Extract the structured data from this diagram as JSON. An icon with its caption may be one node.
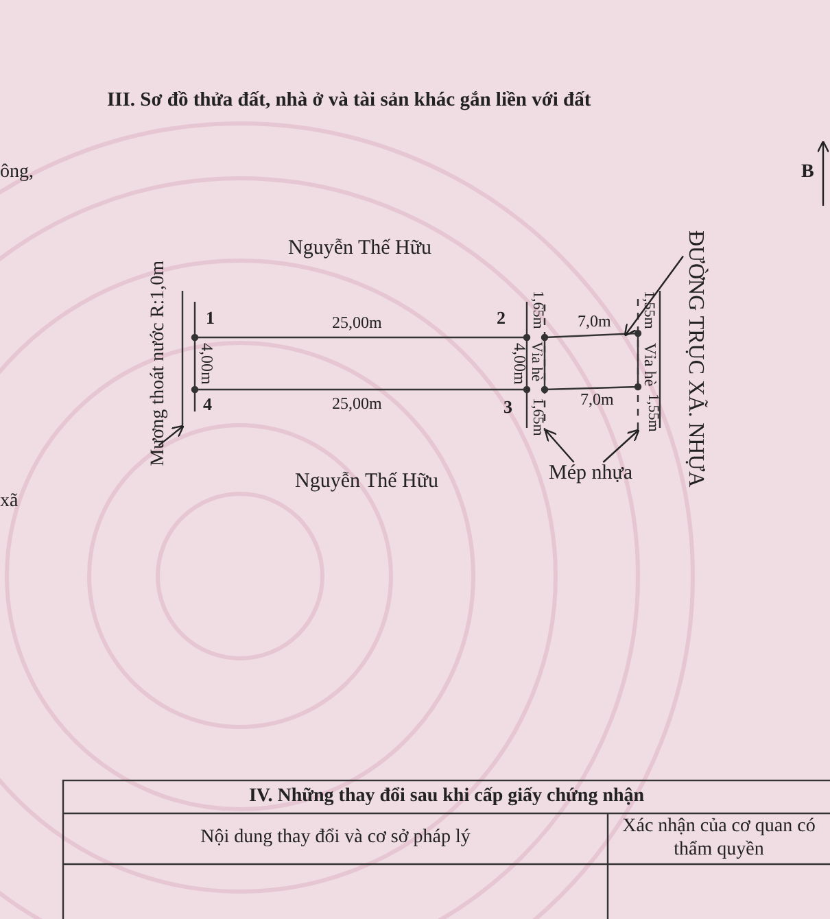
{
  "diagram": {
    "title": "III. Sơ đồ thửa đất, nhà ở và tài sản khác gắn liền với đất",
    "nodes": [
      {
        "text": [
          "ĐƯỜNG TRỤC XÃ. NHỰA"
        ]
      },
      {
        "text": [
          "Mép nhựa"
        ]
      },
      {
        "text": [
          "Mương thoát nước R:1,0m"
        ]
      },
      {
        "text": [],
        "shape": "box"
      },
      {
        "text": [],
        "shape": "bar"
      },
      {
        "text": [],
        "shape": "bar"
      },
      {
        "text": [],
        "shape": "bar"
      }
    ],
    "edges": [
      {
        "from": 0,
        "to": 3,
        "arrow": "to"
      },
      {
        "from": 1,
        "to": 5,
        "arrow": "to"
      },
      {
        "from": 1,
        "to": 6,
        "arrow": "to"
      },
      {
        "from": 2,
        "to": 4,
        "arrow": "to"
      }
    ],
    "labels": [
      "B",
      "ông,",
      "Nguyễn Thế Hữu",
      "1",
      "2",
      "1,65m",
      "1,55m",
      "25,00m",
      "7,0m",
      "4,00m",
      "4,00m",
      "Vỉa hè",
      "Vỉa hè",
      "4",
      "25,00m",
      "3",
      "7,0m",
      "1,65m",
      "1,55m",
      "xã",
      "Nguyễn Thế Hữu",
      "IV. Những thay đổi sau khi cấp giấy chứng nhận",
      "Nội dung thay đổi và cơ sở pháp lý",
      "Xác nhận của cơ quan có thẩm quyền"
    ]
  }
}
